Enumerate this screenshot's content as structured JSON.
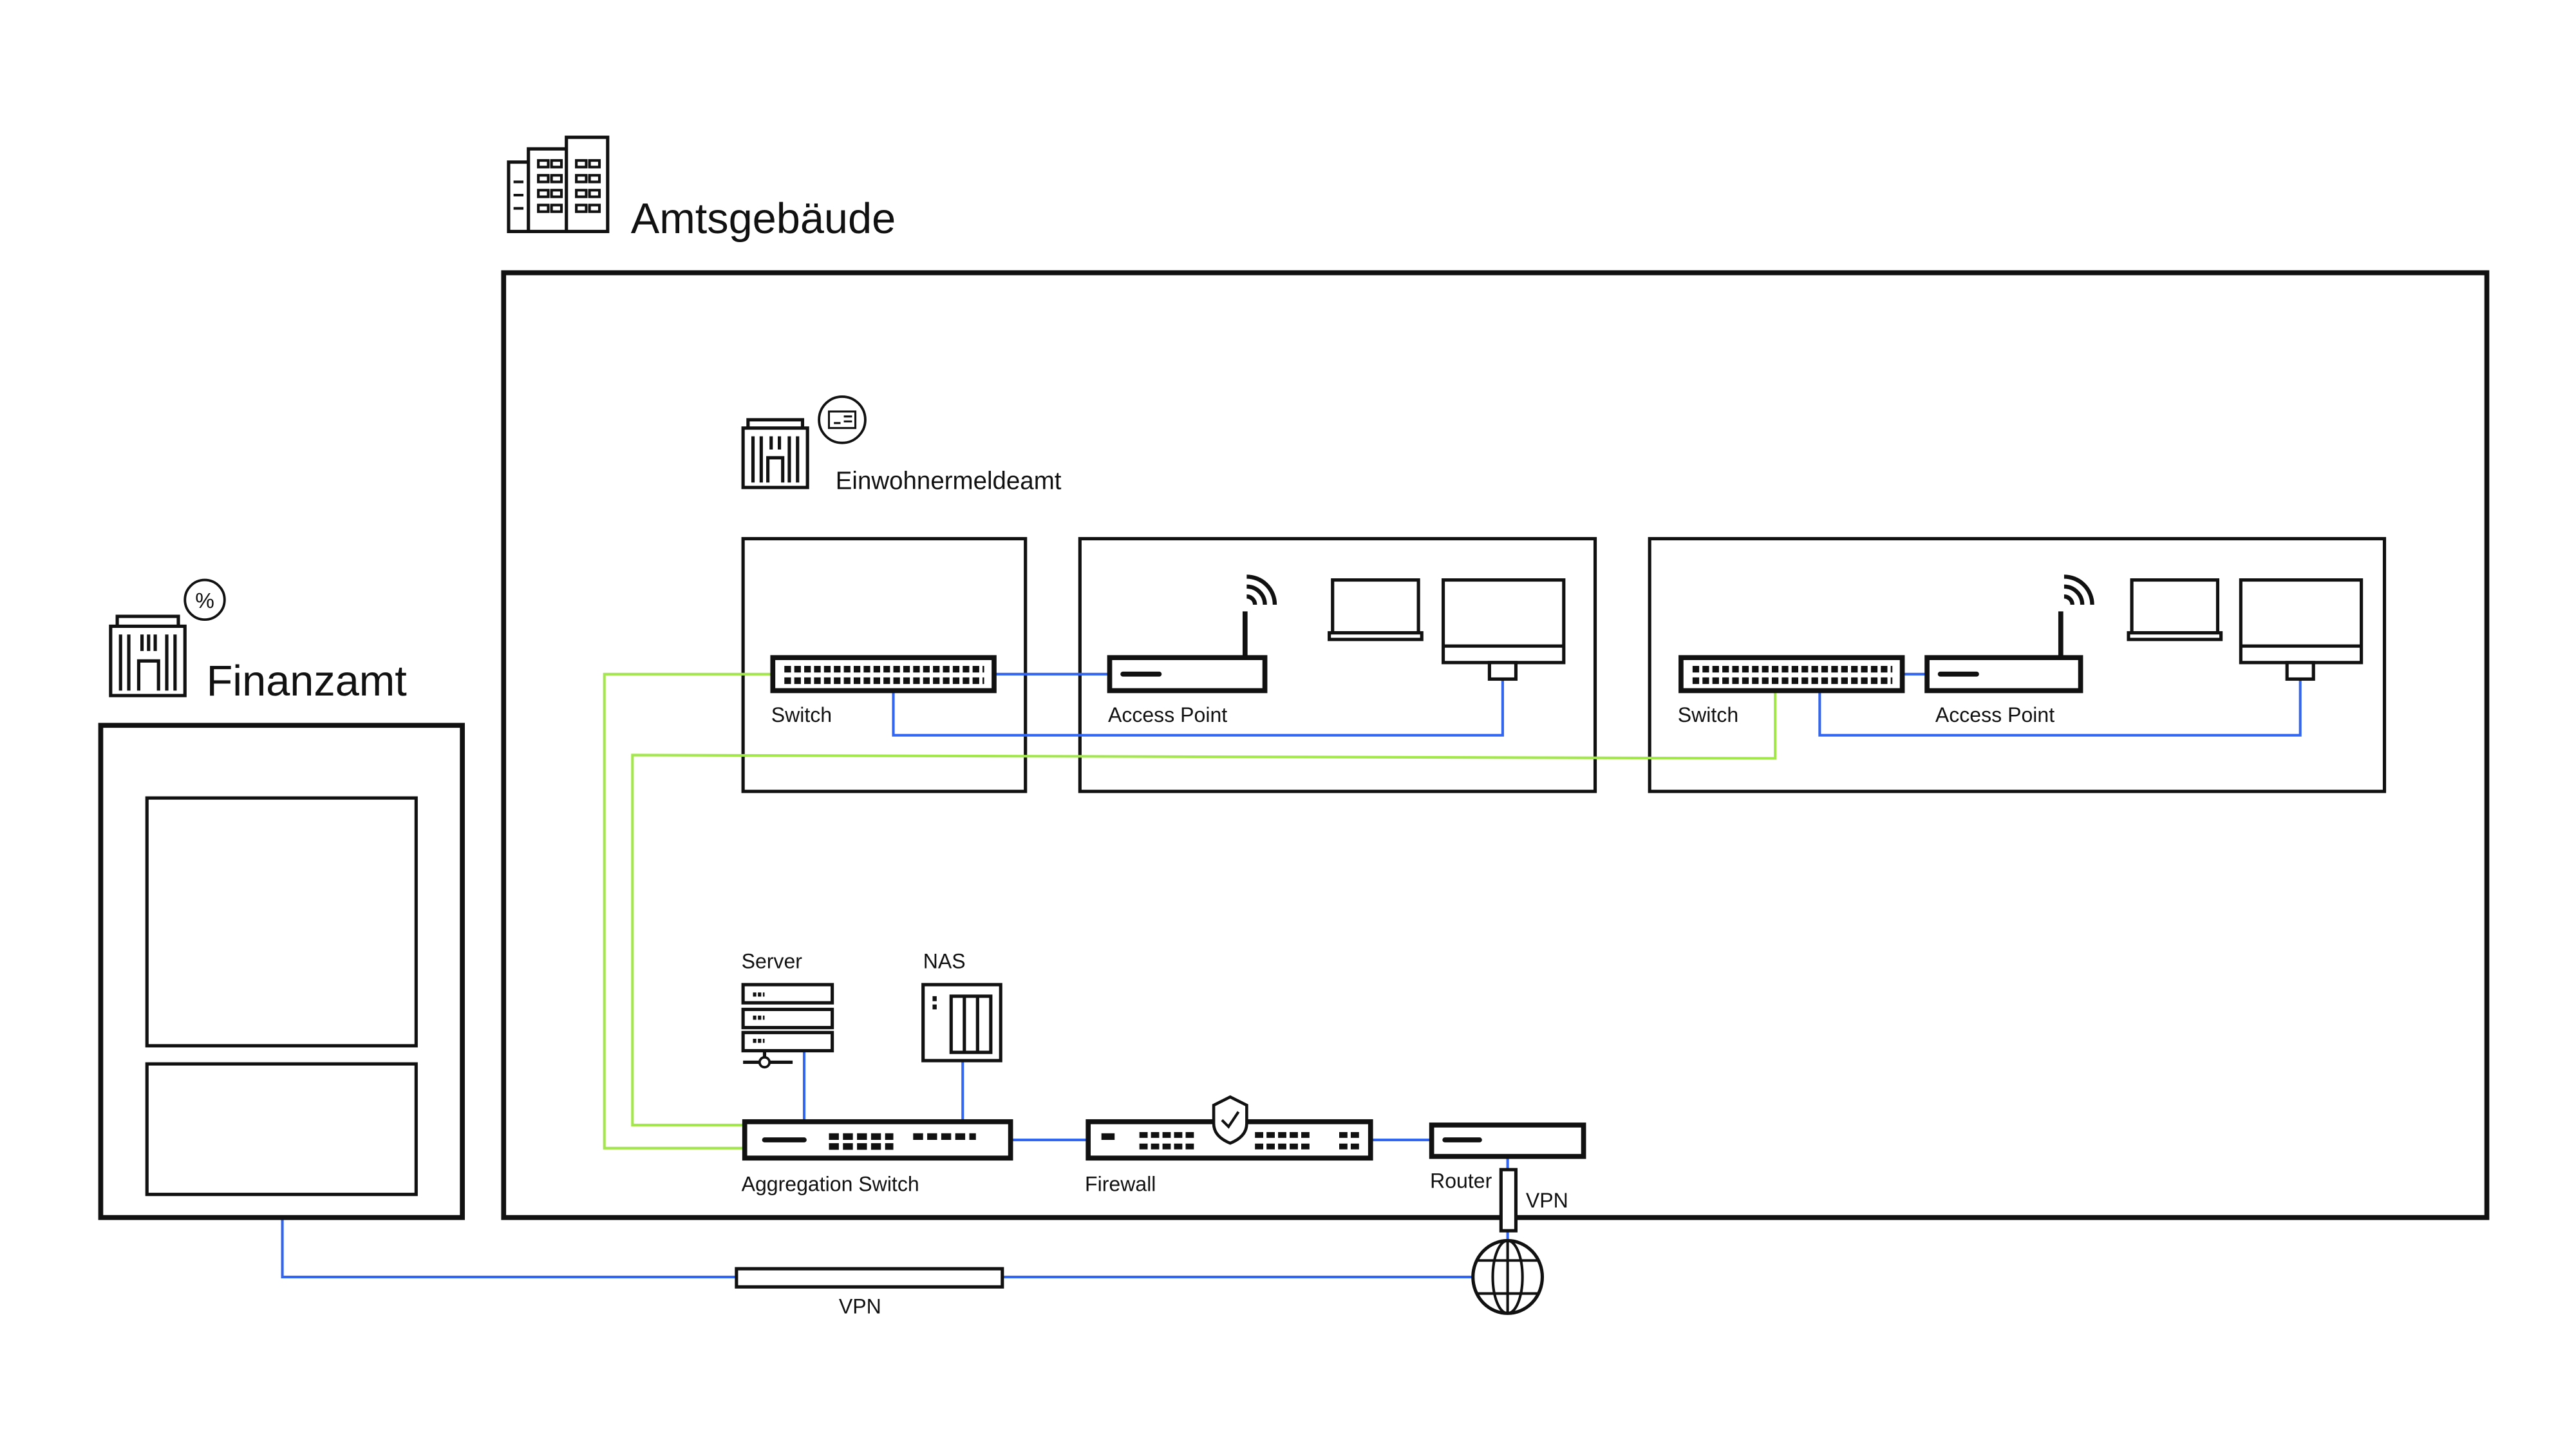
{
  "buildings": {
    "main": {
      "title": "Amtsgebäude",
      "icon": "office-building-icon"
    },
    "department": {
      "title": "Einwohnermeldeamt",
      "icon": "building-id-card-icon"
    },
    "remote": {
      "title": "Finanzamt",
      "icon": "building-percent-icon",
      "badge": "%"
    }
  },
  "devices": {
    "switch1": "Switch",
    "access_point1": "Access Point",
    "switch2": "Switch",
    "access_point2": "Access Point",
    "server": "Server",
    "nas": "NAS",
    "aggregation_switch": "Aggregation Switch",
    "firewall": "Firewall",
    "router": "Router"
  },
  "links": {
    "router_vpn": "VPN",
    "remote_vpn": "VPN"
  },
  "colors": {
    "lan": "#3366f0",
    "uplink": "#a3e84a",
    "outline": "#111111"
  }
}
